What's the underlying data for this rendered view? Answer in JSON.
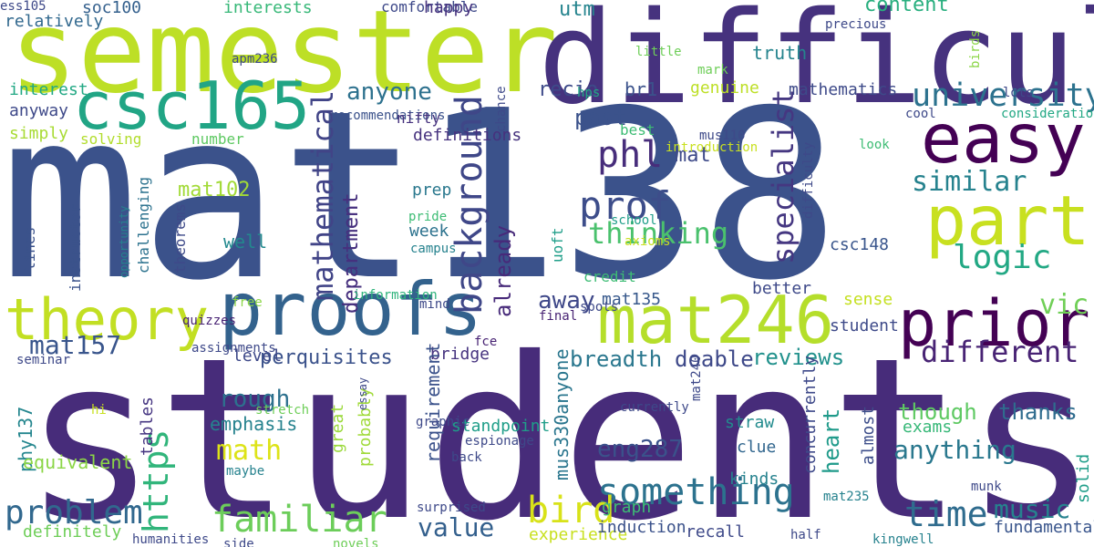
{
  "words": [
    {
      "text": "students",
      "color": "#472c7a"
    },
    {
      "text": "mat138",
      "color": "#3b528b"
    },
    {
      "text": "semester",
      "color": "#bddf26"
    },
    {
      "text": "difficult",
      "color": "#46327e"
    },
    {
      "text": "csc165",
      "color": "#21a585"
    },
    {
      "text": "easy",
      "color": "#440154"
    },
    {
      "text": "part",
      "color": "#c8e020"
    },
    {
      "text": "proofs",
      "color": "#33628d"
    },
    {
      "text": "mat246",
      "color": "#b5de2b"
    },
    {
      "text": "prior",
      "color": "#440154"
    },
    {
      "text": "theory",
      "color": "#c2df23"
    },
    {
      "text": "university",
      "color": "#2c728e"
    },
    {
      "text": "background",
      "color": "#3f4788"
    },
    {
      "text": "mathematical",
      "color": "#414487"
    },
    {
      "text": "specialist",
      "color": "#453781"
    },
    {
      "text": "prof",
      "color": "#3d4d8a"
    },
    {
      "text": "phl",
      "color": "#472d7b"
    },
    {
      "text": "thinking",
      "color": "#4ac16d"
    },
    {
      "text": "similar",
      "color": "#26828e"
    },
    {
      "text": "logic",
      "color": "#22a884"
    },
    {
      "text": "time",
      "color": "#2f6c8e"
    },
    {
      "text": "something",
      "color": "#2c728e"
    },
    {
      "text": "familiar",
      "color": "#6ccd5a"
    },
    {
      "text": "bird",
      "color": "#d8e219"
    },
    {
      "text": "problem",
      "color": "#31688e"
    },
    {
      "text": "https",
      "color": "#31b57b"
    },
    {
      "text": "math",
      "color": "#dde318"
    },
    {
      "text": "different",
      "color": "#482374"
    },
    {
      "text": "anything",
      "color": "#2a788e"
    },
    {
      "text": "music",
      "color": "#26828e"
    },
    {
      "text": "value",
      "color": "#34608d"
    },
    {
      "text": "eng287",
      "color": "#3b528b"
    },
    {
      "text": "mat157",
      "color": "#39558c"
    },
    {
      "text": "vic",
      "color": "#70cf57"
    },
    {
      "text": "already",
      "color": "#472a7a"
    },
    {
      "text": "anyone",
      "color": "#2d718e"
    },
    {
      "text": "department",
      "color": "#46307e"
    },
    {
      "text": "perquisites",
      "color": "#3b528b"
    },
    {
      "text": "rough",
      "color": "#2d718e"
    },
    {
      "text": "breadth",
      "color": "#2a778e"
    },
    {
      "text": "reviews",
      "color": "#21918c"
    },
    {
      "text": "doable",
      "color": "#3e4989"
    },
    {
      "text": "away",
      "color": "#3f4889"
    },
    {
      "text": "past",
      "color": "#3b528b"
    },
    {
      "text": "heart",
      "color": "#1f9a8a"
    },
    {
      "text": "though",
      "color": "#5ec962"
    },
    {
      "text": "thanks",
      "color": "#2f6c8e"
    },
    {
      "text": "mat",
      "color": "#3e4a89"
    },
    {
      "text": "br1",
      "color": "#3b528b"
    },
    {
      "text": "recio",
      "color": "#3e4a89"
    },
    {
      "text": "utm",
      "color": "#25848e"
    },
    {
      "text": "content",
      "color": "#29af7f"
    },
    {
      "text": "truth",
      "color": "#25848e"
    },
    {
      "text": "mathematics",
      "color": "#3e4a89"
    },
    {
      "text": "genuine",
      "color": "#bddf26"
    },
    {
      "text": "mat102",
      "color": "#a2da37"
    },
    {
      "text": "well",
      "color": "#23898e"
    },
    {
      "text": "department",
      "color": "#46307e"
    },
    {
      "text": "week",
      "color": "#2c728e"
    },
    {
      "text": "prep",
      "color": "#2a788e"
    },
    {
      "text": "level",
      "color": "#3e4989"
    },
    {
      "text": "emphasis",
      "color": "#26828e"
    },
    {
      "text": "bridge",
      "color": "#46337f"
    },
    {
      "text": "requirement",
      "color": "#3b528b"
    },
    {
      "text": "mus330anyone",
      "color": "#2a768e"
    },
    {
      "text": "straw",
      "color": "#228b8d"
    },
    {
      "text": "clue",
      "color": "#31668e"
    },
    {
      "text": "kinds",
      "color": "#26828e"
    },
    {
      "text": "concurrently",
      "color": "#3e4989"
    },
    {
      "text": "almost",
      "color": "#3d4e8a"
    },
    {
      "text": "exams",
      "color": "#37b878"
    },
    {
      "text": "solid",
      "color": "#1f9e89"
    },
    {
      "text": "mat135",
      "color": "#38598c"
    },
    {
      "text": "better",
      "color": "#3e4989"
    },
    {
      "text": "sense",
      "color": "#c5e021"
    },
    {
      "text": "student",
      "color": "#3e4a89"
    },
    {
      "text": "csc148",
      "color": "#39558c"
    },
    {
      "text": "phy137",
      "color": "#24868e"
    },
    {
      "text": "equivalent",
      "color": "#8bd646"
    },
    {
      "text": "tables",
      "color": "#453581"
    },
    {
      "text": "standpoint",
      "color": "#1f9e89"
    },
    {
      "text": "great",
      "color": "#9bd93c"
    },
    {
      "text": "probably",
      "color": "#a0da39"
    },
    {
      "text": "definitely",
      "color": "#6ece58"
    },
    {
      "text": "experience",
      "color": "#c8e020"
    },
    {
      "text": "induction",
      "color": "#3b528b"
    },
    {
      "text": "graph",
      "color": "#3dbc74"
    },
    {
      "text": "recall",
      "color": "#3e4989"
    },
    {
      "text": "fundamentals",
      "color": "#39558c"
    },
    {
      "text": "relatively",
      "color": "#31688e"
    },
    {
      "text": "soc100",
      "color": "#34608d"
    },
    {
      "text": "interests",
      "color": "#37b878"
    },
    {
      "text": "comfortable",
      "color": "#3e4989"
    },
    {
      "text": "happy",
      "color": "#46327e"
    },
    {
      "text": "interest",
      "color": "#22a884"
    },
    {
      "text": "anyway",
      "color": "#3e4989"
    },
    {
      "text": "simply",
      "color": "#a8db34"
    },
    {
      "text": "solving",
      "color": "#b2dd2d"
    },
    {
      "text": "number",
      "color": "#5ec962"
    },
    {
      "text": "definitions",
      "color": "#46327e"
    },
    {
      "text": "best",
      "color": "#3dbc74"
    },
    {
      "text": "lines",
      "color": "#3b528b"
    },
    {
      "text": "instructor",
      "color": "#3b528b"
    },
    {
      "text": "challenging",
      "color": "#2c728e"
    },
    {
      "text": "theorems",
      "color": "#3e4a89"
    },
    {
      "text": "opportunity",
      "color": "#26828e"
    },
    {
      "text": "recommendations",
      "color": "#3b528b"
    },
    {
      "text": "nifty",
      "color": "#46327e"
    },
    {
      "text": "apm236",
      "color": "#3e4a89"
    },
    {
      "text": "seminar",
      "color": "#3e4989"
    },
    {
      "text": "assignments",
      "color": "#3e4989"
    },
    {
      "text": "quizzes",
      "color": "#482374"
    },
    {
      "text": "free",
      "color": "#8bd646"
    },
    {
      "text": "information",
      "color": "#2fb47c"
    },
    {
      "text": "mind",
      "color": "#3e4989"
    },
    {
      "text": "fce",
      "color": "#482374"
    },
    {
      "text": "final",
      "color": "#482374"
    },
    {
      "text": "spots",
      "color": "#3e4989"
    },
    {
      "text": "credit",
      "color": "#3dbc74"
    },
    {
      "text": "axioms",
      "color": "#c8e020"
    },
    {
      "text": "campus",
      "color": "#26828e"
    },
    {
      "text": "pride",
      "color": "#3dbc74"
    },
    {
      "text": "school",
      "color": "#1f9e89"
    },
    {
      "text": "uoft",
      "color": "#1f9e89"
    },
    {
      "text": "difficulty",
      "color": "#3e4989"
    },
    {
      "text": "introduction",
      "color": "#c8e020"
    },
    {
      "text": "mus110",
      "color": "#3e4989"
    },
    {
      "text": "look",
      "color": "#3dbc74"
    },
    {
      "text": "cool",
      "color": "#3e4989"
    },
    {
      "text": "consideration",
      "color": "#22a884"
    },
    {
      "text": "lots",
      "color": "#3e4989"
    },
    {
      "text": "birds",
      "color": "#8bd646"
    },
    {
      "text": "precious",
      "color": "#3e4989"
    },
    {
      "text": "mark",
      "color": "#6ece58"
    },
    {
      "text": "little",
      "color": "#6ece58"
    },
    {
      "text": "hps",
      "color": "#22a884"
    },
    {
      "text": "chance",
      "color": "#3e4989"
    },
    {
      "text": "stretch",
      "color": "#6ece58"
    },
    {
      "text": "hi",
      "color": "#c8e020"
    },
    {
      "text": "graphic",
      "color": "#3e4989"
    },
    {
      "text": "essay",
      "color": "#3e4989"
    },
    {
      "text": "espionage",
      "color": "#3e4989"
    },
    {
      "text": "back",
      "color": "#3e4989"
    },
    {
      "text": "maybe",
      "color": "#26828e"
    },
    {
      "text": "currently",
      "color": "#3e4989"
    },
    {
      "text": "mat240",
      "color": "#3e4989"
    },
    {
      "text": "surprised",
      "color": "#3e4989"
    },
    {
      "text": "side",
      "color": "#3e4989"
    },
    {
      "text": "novels",
      "color": "#6ece58"
    },
    {
      "text": "humanities",
      "color": "#3e4989"
    },
    {
      "text": "mat235",
      "color": "#26828e"
    },
    {
      "text": "half",
      "color": "#3e4989"
    },
    {
      "text": "kingwell",
      "color": "#26828e"
    },
    {
      "text": "munk",
      "color": "#3e4989"
    },
    {
      "text": "ess105",
      "color": "#3e4989"
    }
  ]
}
